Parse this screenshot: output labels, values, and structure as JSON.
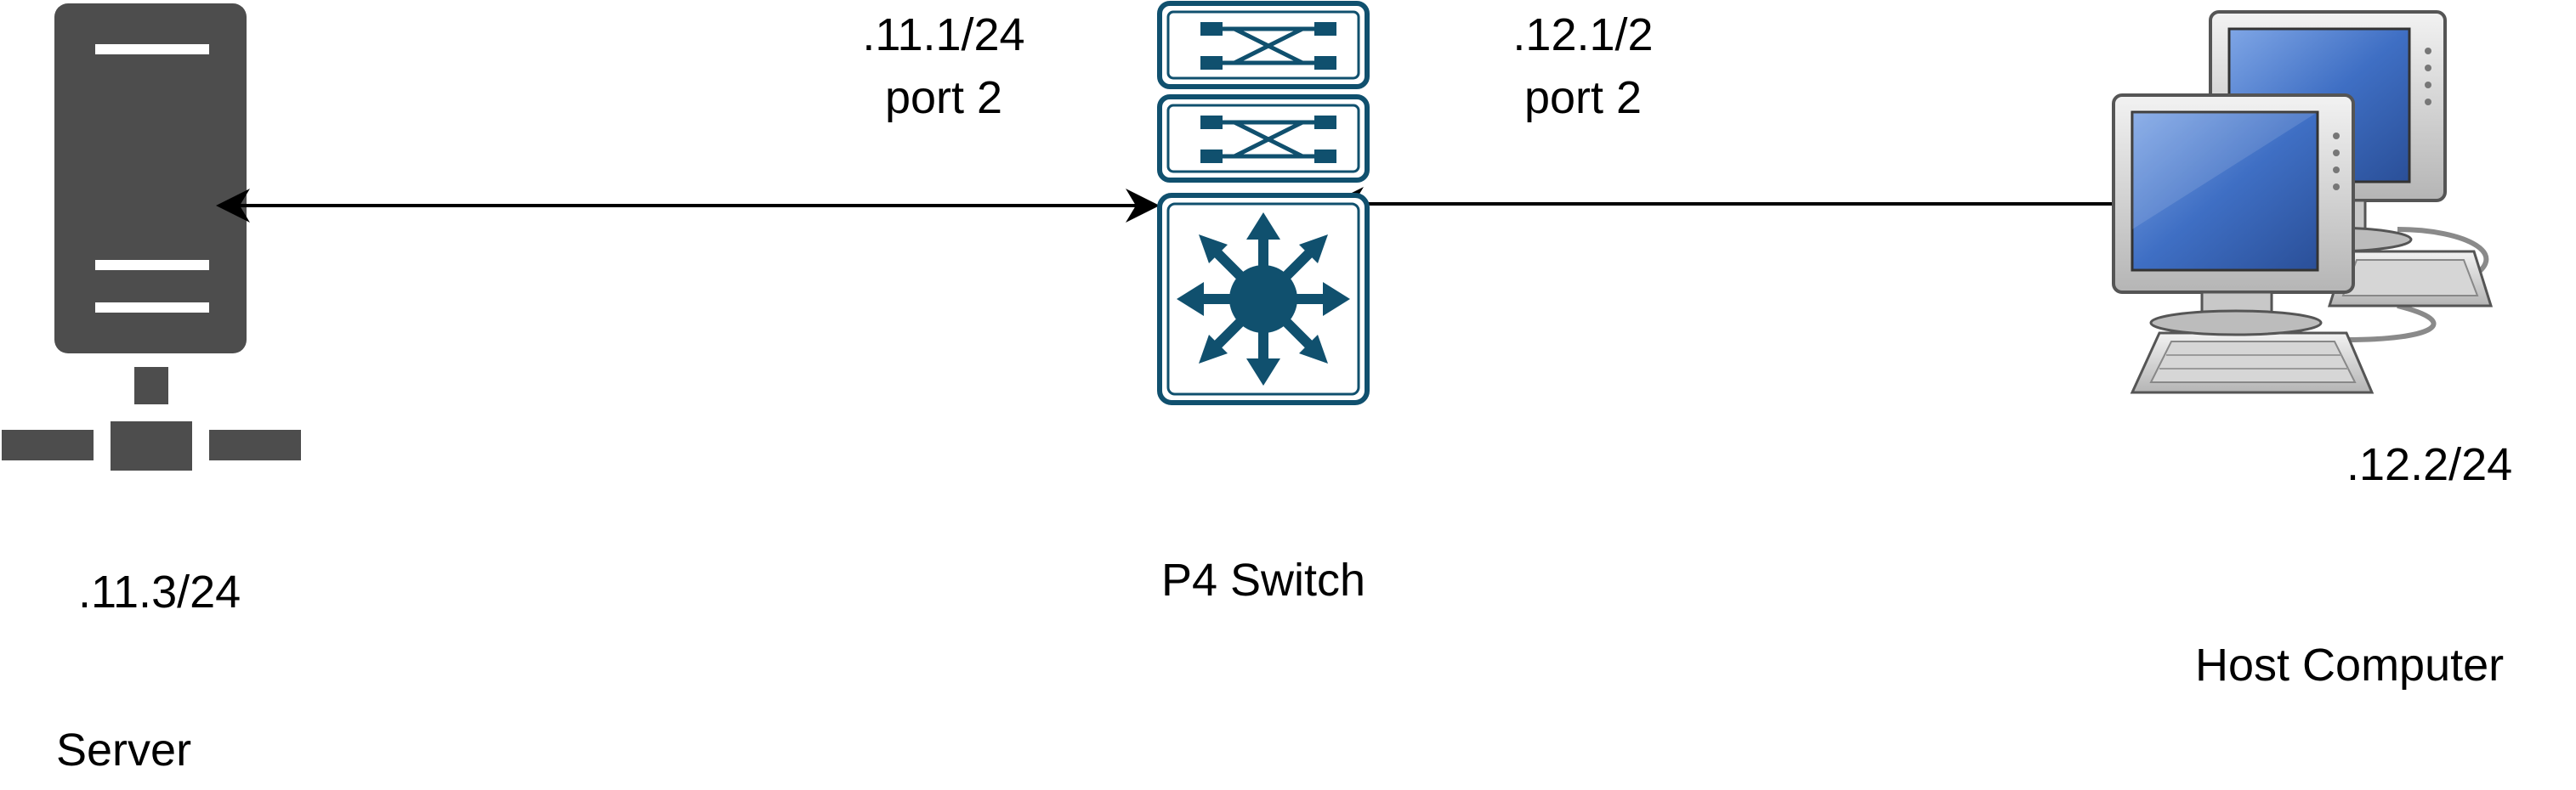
{
  "server": {
    "ip_label": ".11.3/24",
    "name_label": "Server",
    "icon": "server-icon",
    "color": "#4d4d4d"
  },
  "switch": {
    "left_ip_label": ".11.1/24",
    "left_port_label": "port 2",
    "right_ip_label": ".12.1/2",
    "right_port_label": "port 2",
    "name_label": "P4 Switch",
    "icon": "switch-icon",
    "color": "#10506e"
  },
  "host": {
    "ip_label": ".12.2/24",
    "name_label": "Host Computer",
    "icon": "desktop-computers-icon",
    "screen_color": "#3f6fc4"
  },
  "links": [
    {
      "from": "server",
      "to": "switch",
      "style": "double-arrow"
    },
    {
      "from": "switch",
      "to": "host",
      "style": "double-arrow"
    }
  ]
}
